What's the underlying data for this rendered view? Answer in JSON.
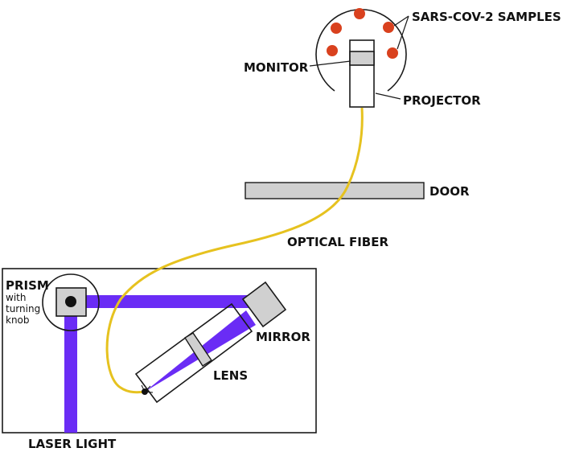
{
  "labels": {
    "samples": "SARS-COV-2 SAMPLES",
    "monitor": "MONITOR",
    "projector": "PROJECTOR",
    "door": "DOOR",
    "optical_fiber": "OPTICAL FIBER",
    "prism": "PRISM",
    "prism_note": [
      "with",
      "turning",
      "knob"
    ],
    "mirror": "MIRROR",
    "lens": "LENS",
    "laser_light": "LASER LIGHT"
  },
  "colors": {
    "laser": "#6a2cf5",
    "fiber": "#e6c21f",
    "sample": "#d9411e",
    "component_fill": "#d0d0d0",
    "outline": "#1a1a1a"
  }
}
